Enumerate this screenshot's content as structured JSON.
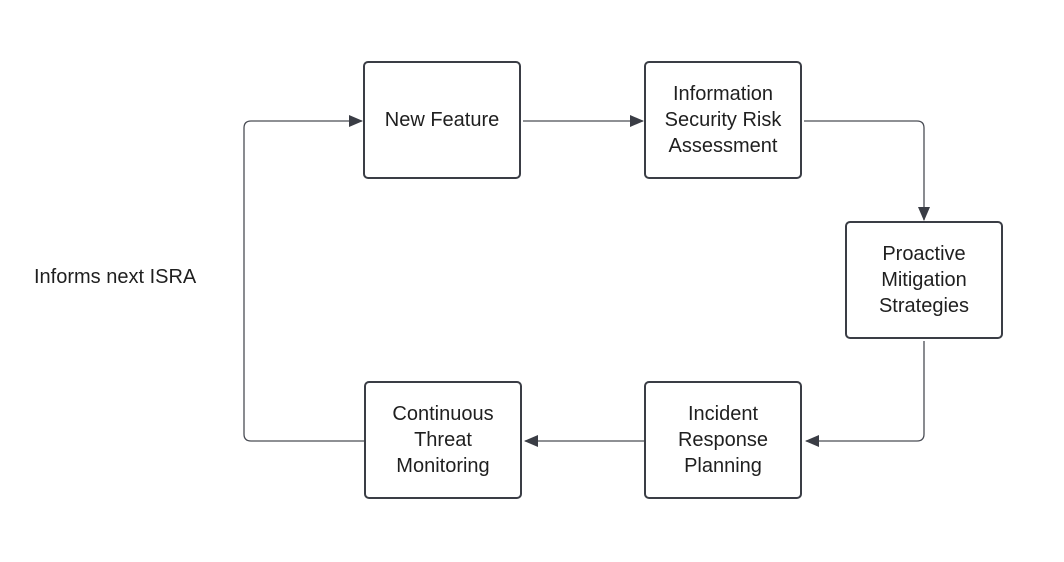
{
  "diagram": {
    "nodes": [
      {
        "id": "new-feature",
        "label": "New Feature"
      },
      {
        "id": "isra",
        "label": "Information\nSecurity Risk\nAssessment"
      },
      {
        "id": "proactive",
        "label": "Proactive\nMitigation\nStrategies"
      },
      {
        "id": "incident",
        "label": "Incident\nResponse\nPlanning"
      },
      {
        "id": "monitoring",
        "label": "Continuous\nThreat\nMonitoring"
      }
    ],
    "edges": [
      {
        "from": "new-feature",
        "to": "isra"
      },
      {
        "from": "isra",
        "to": "proactive"
      },
      {
        "from": "proactive",
        "to": "incident"
      },
      {
        "from": "incident",
        "to": "monitoring"
      },
      {
        "from": "monitoring",
        "to": "new-feature",
        "label": "Informs next ISRA"
      }
    ],
    "colors": {
      "line": "#4a4d55",
      "border": "#3a3d45",
      "arrowhead": "#3a3d45"
    }
  }
}
